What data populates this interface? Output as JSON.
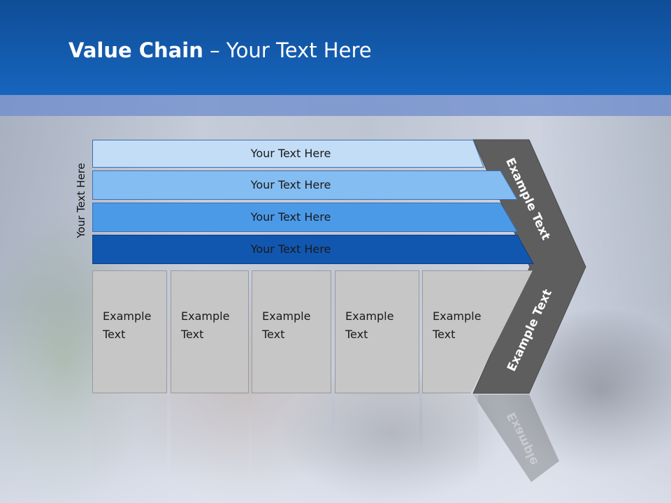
{
  "slide": {
    "title_bold": "Value Chain",
    "title_rest": " – Your Text Here",
    "vertical_label": "Your Text Here"
  },
  "bars": [
    {
      "label": "Your Text Here",
      "color": "#c3ddf7"
    },
    {
      "label": "Your Text Here",
      "color": "#84bdf2"
    },
    {
      "label": "Your Text Here",
      "color": "#4b9ae8"
    },
    {
      "label": "Your Text Here",
      "color": "#1157b0"
    }
  ],
  "boxes": [
    {
      "label": "Example\nText"
    },
    {
      "label": "Example\nText"
    },
    {
      "label": "Example\nText"
    },
    {
      "label": "Example\nText"
    },
    {
      "label": "Example\nText"
    }
  ],
  "chevron": {
    "top_label": "Example Text",
    "bottom_label": "Example Text",
    "color": "#5e5e5e"
  }
}
